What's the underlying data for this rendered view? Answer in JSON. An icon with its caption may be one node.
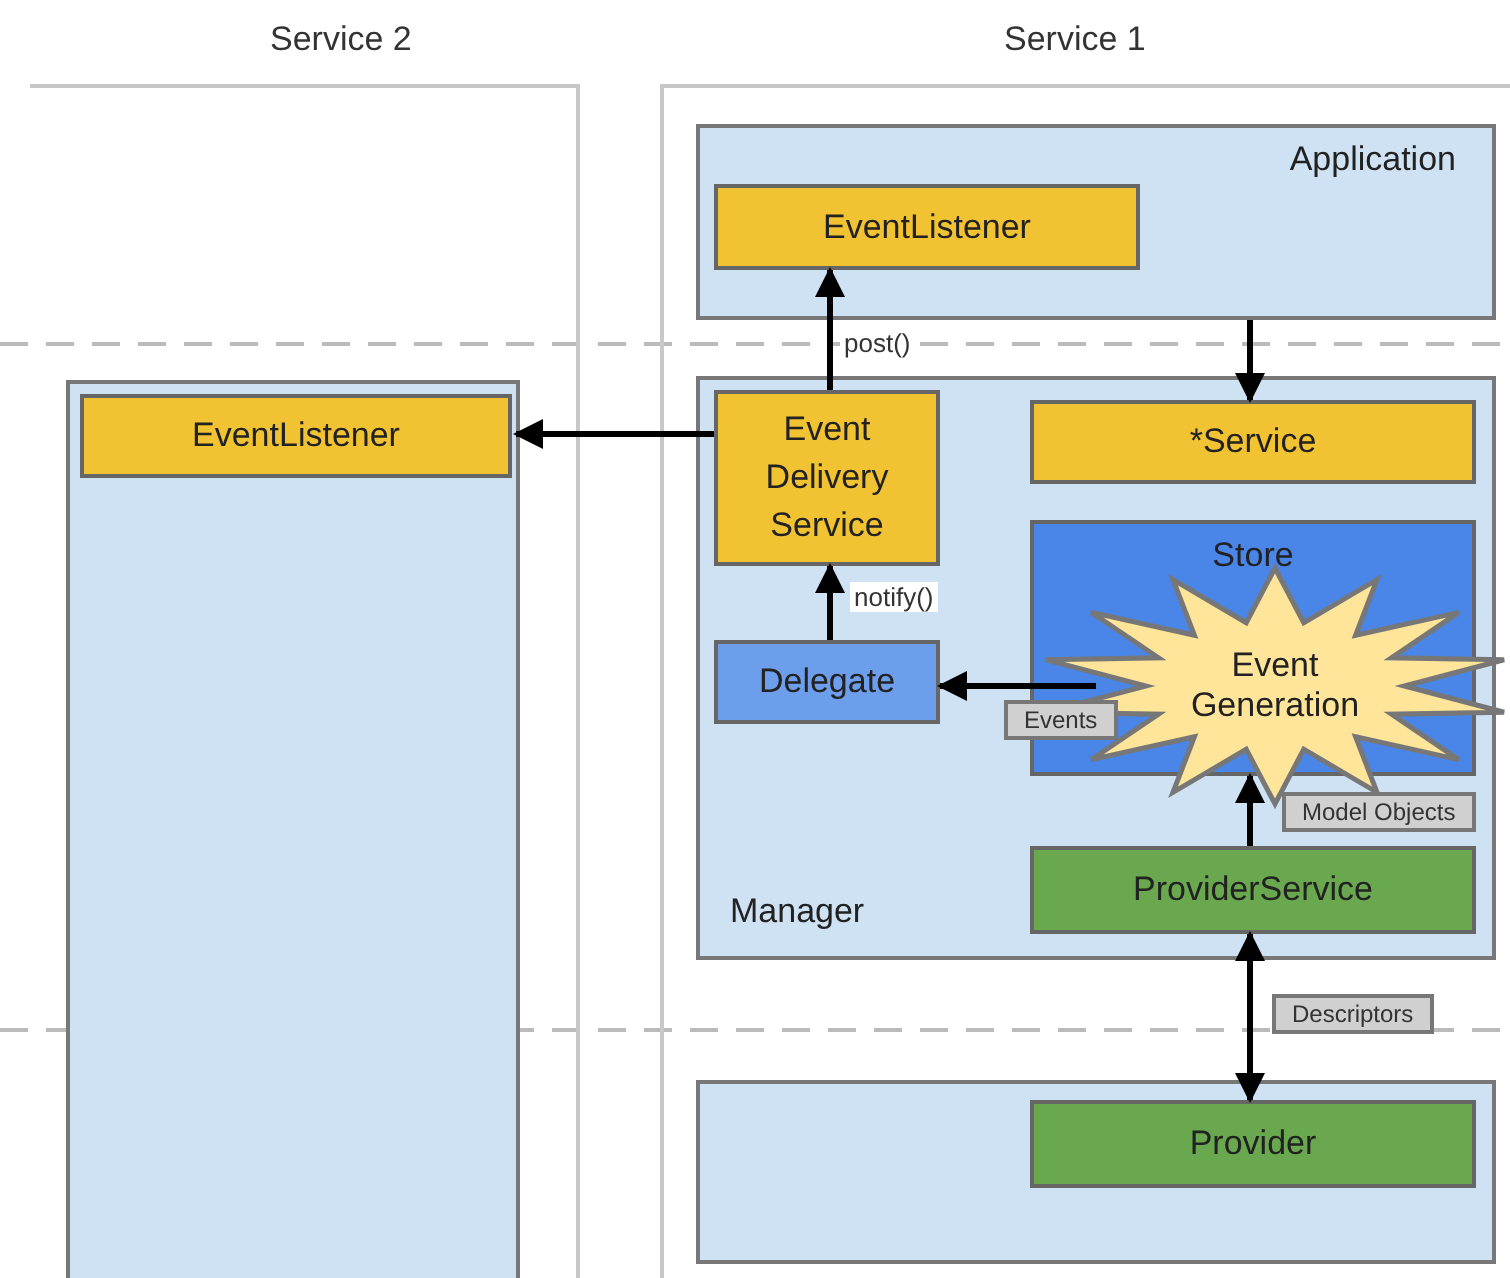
{
  "diagram": {
    "nodes": [
      {
        "text": [
          "Service 2"
        ]
      },
      {
        "text": [
          "Service 1"
        ]
      },
      {
        "text": [],
        "shape": "box",
        "in": 0
      },
      {
        "text": [
          "EventListener"
        ],
        "in": 2
      },
      {
        "text": [
          "Application"
        ],
        "in": 1
      },
      {
        "text": [
          "EventListener"
        ],
        "in": 4
      },
      {
        "text": [
          "Manager"
        ],
        "in": 1
      },
      {
        "text": [
          "Event Delivery Service"
        ],
        "in": 6
      },
      {
        "text": [
          "*Service"
        ],
        "in": 6
      },
      {
        "text": [
          "Store"
        ],
        "in": 6
      },
      {
        "text": [
          "Event Generation"
        ],
        "in": 9
      },
      {
        "text": [
          "Delegate"
        ],
        "in": 6
      },
      {
        "text": [
          "ProviderService"
        ],
        "in": 6
      },
      {
        "text": [],
        "shape": "box",
        "in": 1
      },
      {
        "text": [
          "Provider"
        ],
        "in": 13
      }
    ],
    "edges": [
      {
        "from": 7,
        "to": 3,
        "arrow": "to"
      },
      {
        "from": 7,
        "to": 5,
        "arrow": "to",
        "label": "post()"
      },
      {
        "from": 4,
        "to": 8,
        "arrow": "to"
      },
      {
        "from": 11,
        "to": 7,
        "arrow": "to",
        "label": "notify()"
      },
      {
        "from": 10,
        "to": 11,
        "arrow": "to",
        "label": "Events"
      },
      {
        "from": 12,
        "to": 9,
        "arrow": "to",
        "label": "Model Objects"
      },
      {
        "from": 12,
        "to": 14,
        "arrow": "both",
        "label": "Descriptors"
      }
    ]
  }
}
